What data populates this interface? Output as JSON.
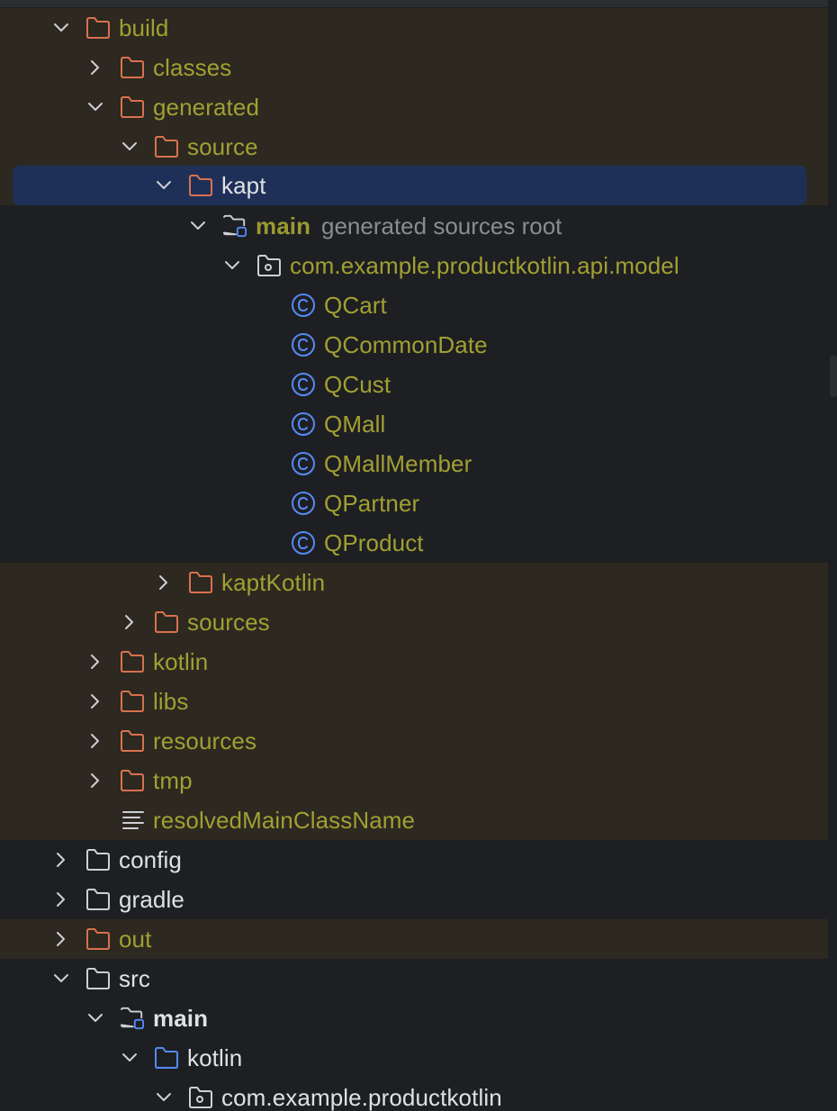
{
  "colors": {
    "background": "#1e1f22",
    "excluded_row_bg": "#2d2820",
    "selection_bg": "#1f3058",
    "excluded_text": "#a1a032",
    "normal_text": "#dfe1e5",
    "hint_text": "#8a8c90",
    "orange_folder": "#d9714e",
    "grey_folder": "#ced0d6",
    "blue_folder": "#548af7",
    "class_icon": "#548af7"
  },
  "tree": {
    "rows": [
      {
        "label": "build",
        "icon": "folder-orange-icon",
        "expanded": true
      },
      {
        "label": "classes",
        "icon": "folder-orange-icon",
        "expanded": false
      },
      {
        "label": "generated",
        "icon": "folder-orange-icon",
        "expanded": true
      },
      {
        "label": "source",
        "icon": "folder-orange-icon",
        "expanded": true
      },
      {
        "label": "kapt",
        "icon": "folder-orange-icon",
        "expanded": true,
        "selected": true
      },
      {
        "label": "main",
        "hint": "generated sources root",
        "icon": "source-root-folder-icon",
        "expanded": true
      },
      {
        "label": "com.example.productkotlin.api.model",
        "icon": "package-icon",
        "expanded": true
      },
      {
        "label": "QCart",
        "icon": "class-icon"
      },
      {
        "label": "QCommonDate",
        "icon": "class-icon"
      },
      {
        "label": "QCust",
        "icon": "class-icon"
      },
      {
        "label": "QMall",
        "icon": "class-icon"
      },
      {
        "label": "QMallMember",
        "icon": "class-icon"
      },
      {
        "label": "QPartner",
        "icon": "class-icon"
      },
      {
        "label": "QProduct",
        "icon": "class-icon"
      },
      {
        "label": "kaptKotlin",
        "icon": "folder-orange-icon",
        "expanded": false
      },
      {
        "label": "sources",
        "icon": "folder-orange-icon",
        "expanded": false
      },
      {
        "label": "kotlin",
        "icon": "folder-orange-icon",
        "expanded": false
      },
      {
        "label": "libs",
        "icon": "folder-orange-icon",
        "expanded": false
      },
      {
        "label": "resources",
        "icon": "folder-orange-icon",
        "expanded": false
      },
      {
        "label": "tmp",
        "icon": "folder-orange-icon",
        "expanded": false
      },
      {
        "label": "resolvedMainClassName",
        "icon": "text-file-icon"
      },
      {
        "label": "config",
        "icon": "folder-grey-icon",
        "expanded": false
      },
      {
        "label": "gradle",
        "icon": "folder-grey-icon",
        "expanded": false
      },
      {
        "label": "out",
        "icon": "folder-orange-icon",
        "expanded": false
      },
      {
        "label": "src",
        "icon": "folder-grey-icon",
        "expanded": true
      },
      {
        "label": "main",
        "icon": "source-root-folder-icon",
        "expanded": true
      },
      {
        "label": "kotlin",
        "icon": "folder-blue-icon",
        "expanded": true
      },
      {
        "label": "com.example.productkotlin",
        "icon": "package-icon",
        "expanded": true
      }
    ]
  }
}
